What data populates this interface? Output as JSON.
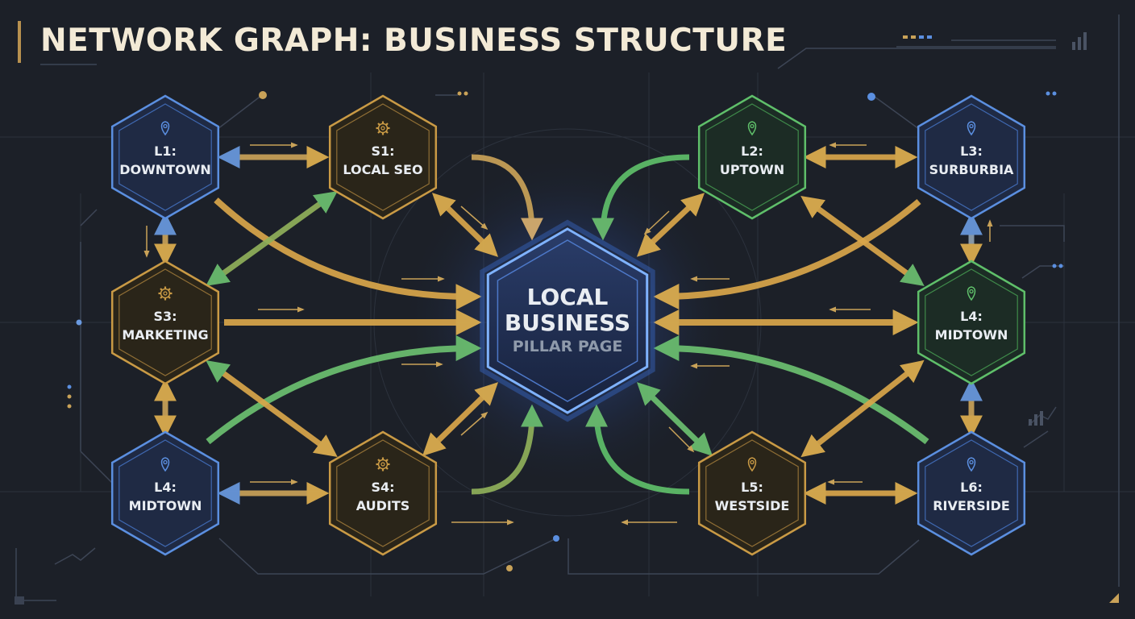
{
  "title": "NETWORK GRAPH: BUSINESS STRUCTURE",
  "colors": {
    "background": "#1c2028",
    "location_blue": "#5b8fe0",
    "service_gold": "#d9a64a",
    "location_green": "#5fbf6a",
    "center_blue": "#6ea8ff",
    "title": "#f3ead6"
  },
  "center": {
    "line1": "LOCAL",
    "line2": "BUSINESS",
    "line3": "PILLAR PAGE"
  },
  "nodes": {
    "l1": {
      "code": "L1:",
      "name": "DOWNTOWN",
      "icon": "map-pin-icon",
      "kind": "location"
    },
    "s1": {
      "code": "S1:",
      "name": "LOCAL SEO",
      "icon": "gear-icon",
      "kind": "service"
    },
    "l2": {
      "code": "L2:",
      "name": "UPTOWN",
      "icon": "map-pin-icon",
      "kind": "location"
    },
    "l3": {
      "code": "L3:",
      "name": "SURBURBIA",
      "icon": "map-pin-icon",
      "kind": "location"
    },
    "s3": {
      "code": "S3:",
      "name": "MARKETING",
      "icon": "gear-icon",
      "kind": "service"
    },
    "l4r": {
      "code": "L4:",
      "name": "MIDTOWN",
      "icon": "map-pin-icon",
      "kind": "location"
    },
    "l4l": {
      "code": "L4:",
      "name": "MIDTOWN",
      "icon": "map-pin-icon",
      "kind": "location"
    },
    "s4": {
      "code": "S4:",
      "name": "AUDITS",
      "icon": "gear-icon",
      "kind": "service"
    },
    "l5": {
      "code": "L5:",
      "name": "WESTSIDE",
      "icon": "map-pin-icon",
      "kind": "location"
    },
    "l6": {
      "code": "L6:",
      "name": "RIVERSIDE",
      "icon": "map-pin-icon",
      "kind": "location"
    }
  }
}
